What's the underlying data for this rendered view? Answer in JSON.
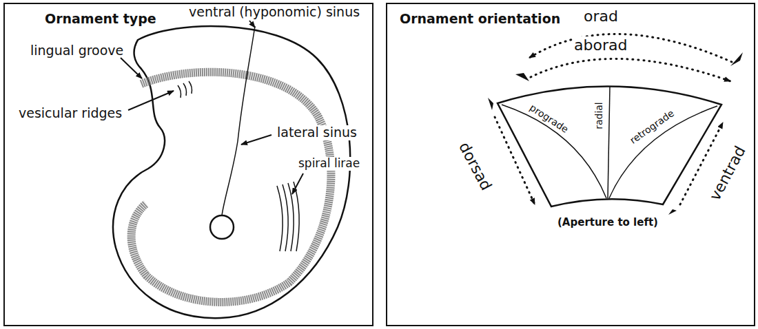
{
  "diagram": {
    "nodes": [
      {
        "text": [
          "Ornament type"
        ]
      },
      {
        "text": [
          "Ornament orientation"
        ]
      }
    ],
    "labels": [
      "ventral (hyponomic) sinus",
      "lingual groove",
      "vesicular ridges",
      "lateral sinus",
      "spiral lirae",
      "orad",
      "aborad",
      "dorsad",
      "ventrad",
      "prograde",
      "radial",
      "retrograde",
      "(Aperture to left)"
    ]
  }
}
